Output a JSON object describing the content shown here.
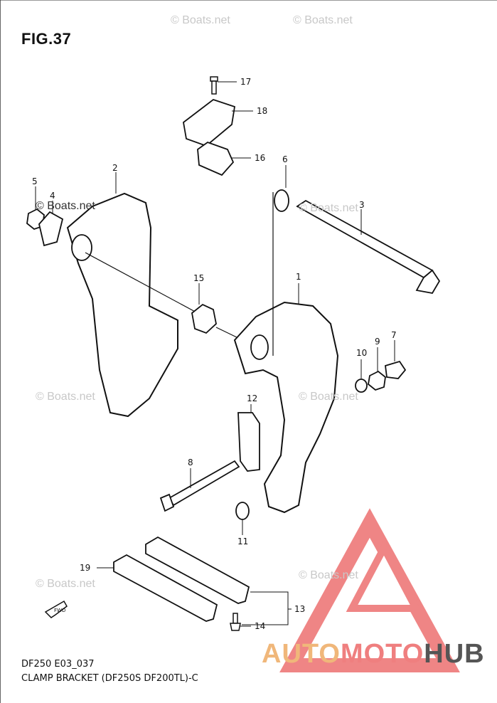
{
  "figure": {
    "title": "FIG.37",
    "code": "DF250 E03_037",
    "caption": "CLAMP BRACKET (DF250S DF200TL)-C"
  },
  "watermarks": {
    "text": "© Boats.net",
    "dark_text": "© Boats.net"
  },
  "brand": {
    "part1": "AUTO",
    "part2": "MOTO",
    "part3": "HUB"
  },
  "part_labels": [
    "1",
    "2",
    "3",
    "4",
    "5",
    "6",
    "7",
    "8",
    "9",
    "10",
    "11",
    "12",
    "13",
    "14",
    "15",
    "16",
    "17",
    "18",
    "19"
  ],
  "fwd_label": "FWD",
  "colors": {
    "line": "#111111",
    "watermark": "#c8c8c8",
    "logo_red": "#ef8585",
    "logo_orange": "#f0b77a",
    "logo_gray": "#555555"
  }
}
